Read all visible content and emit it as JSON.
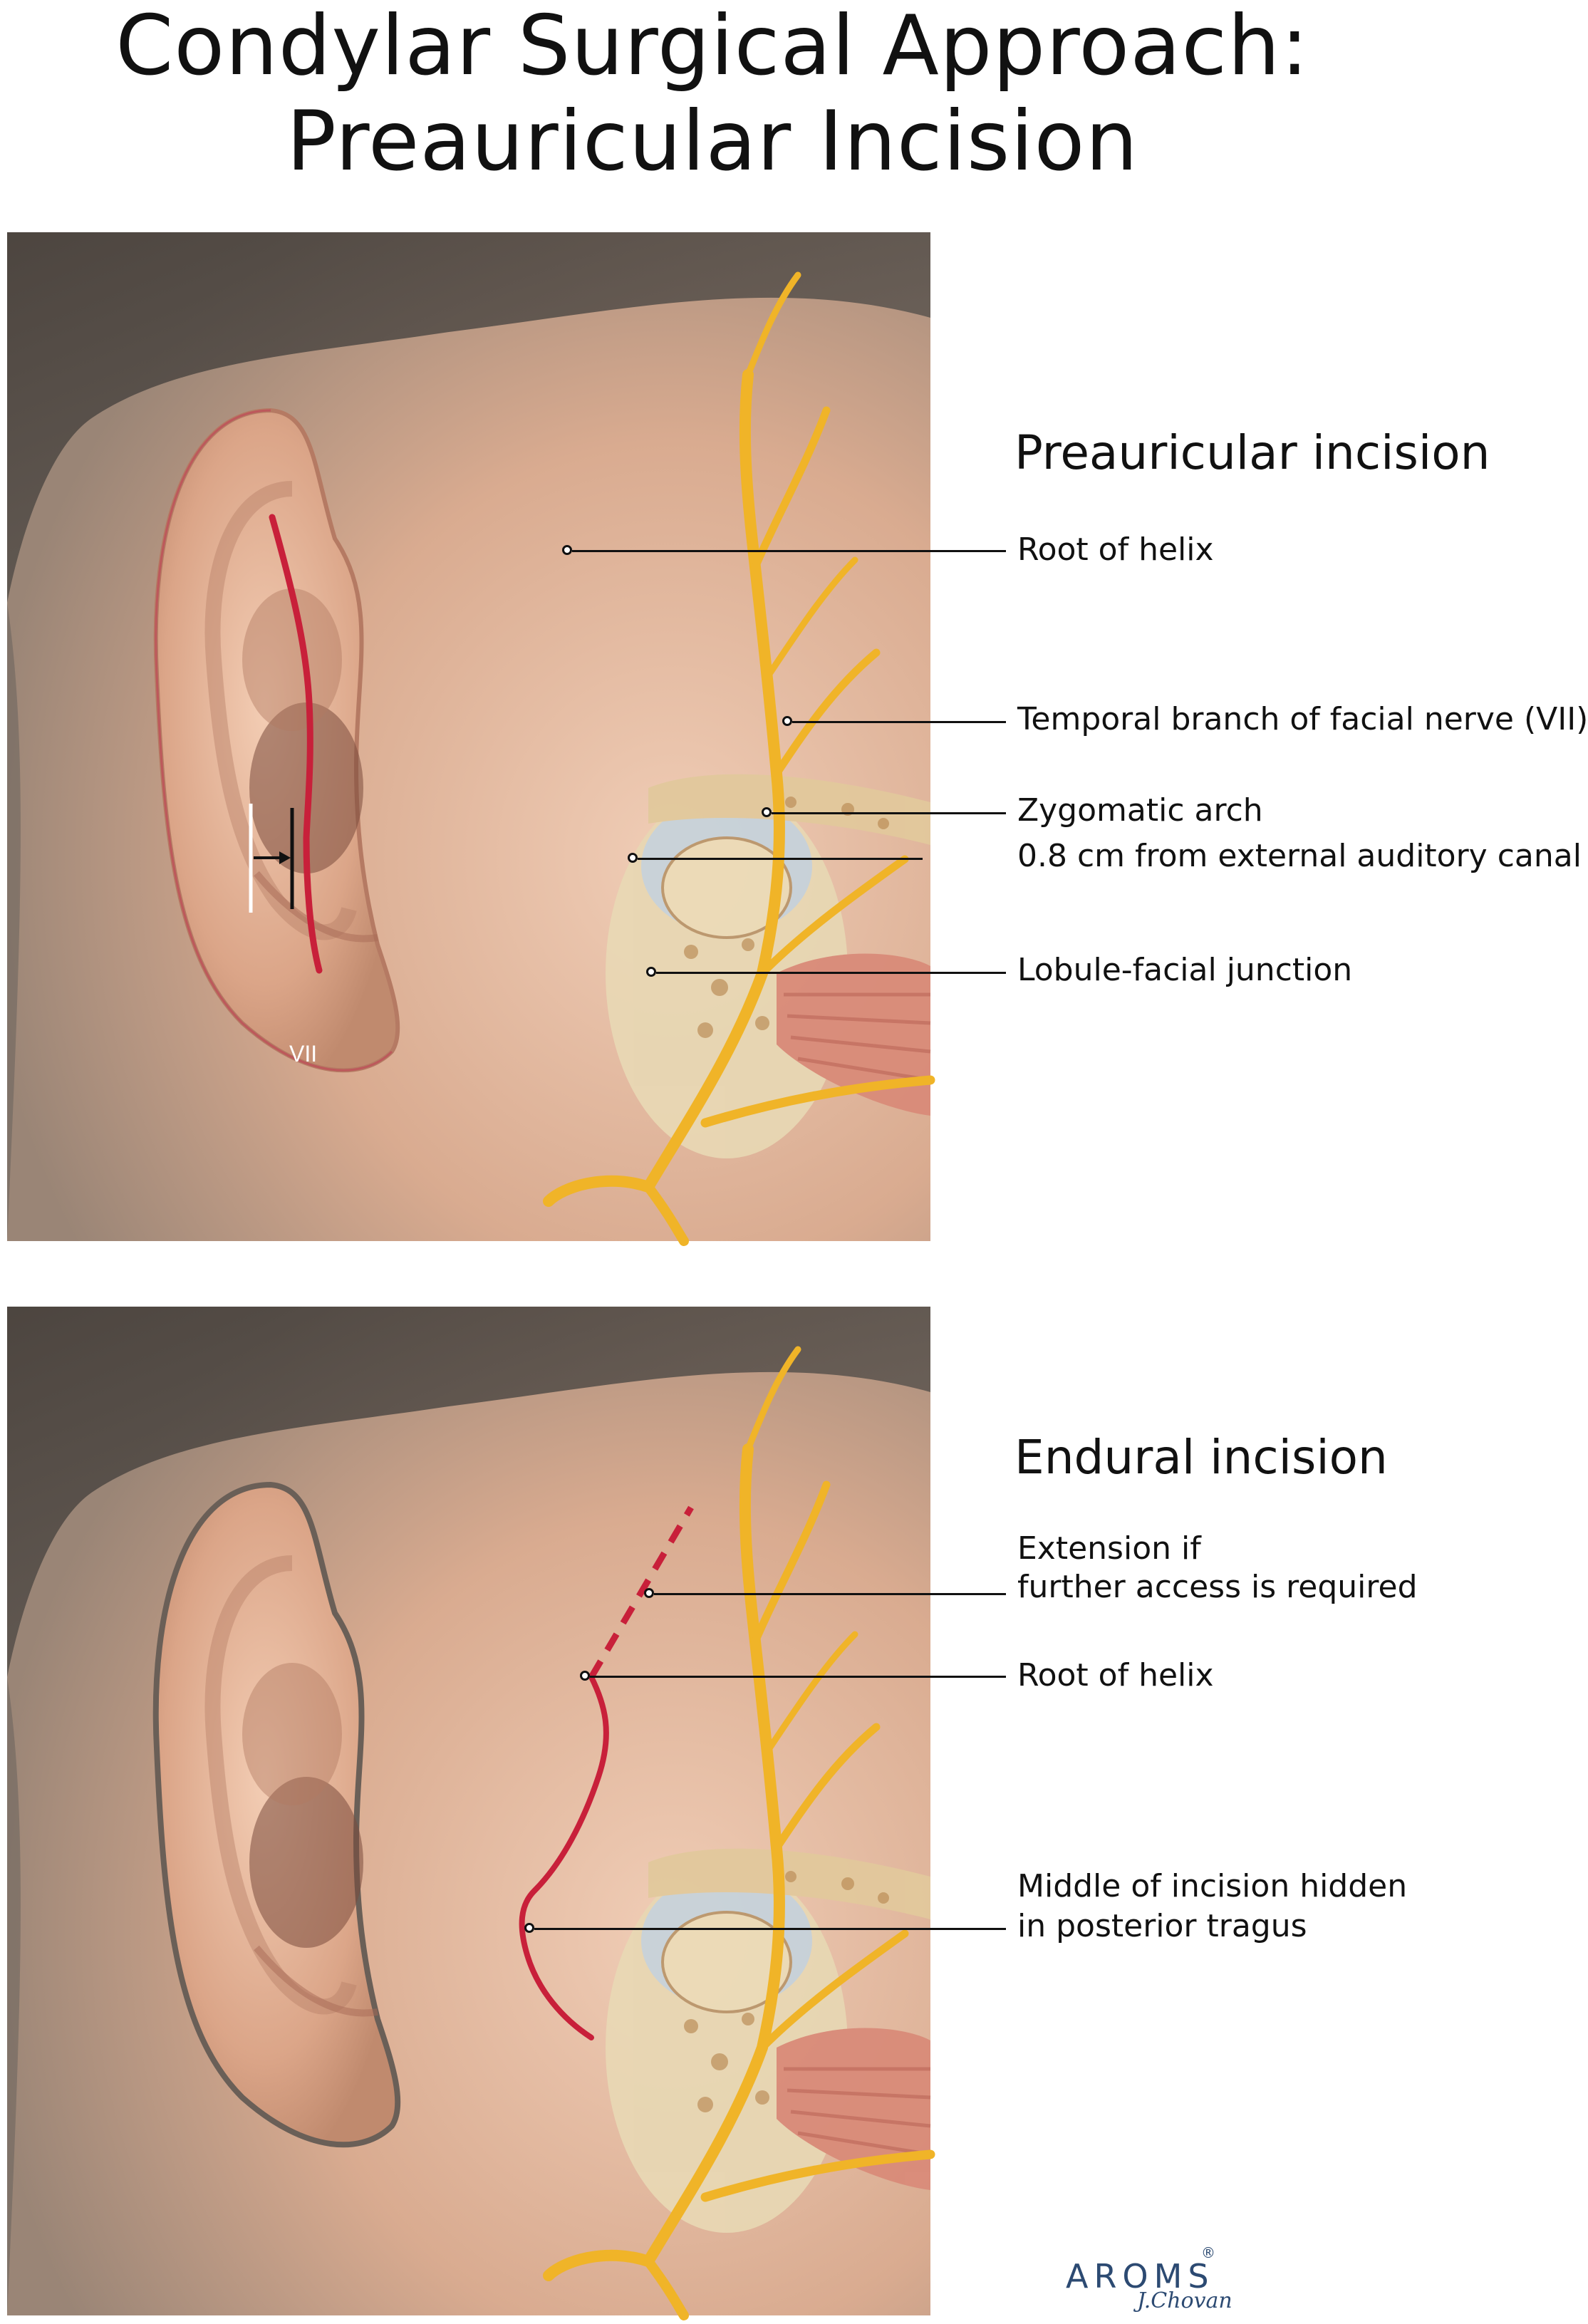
{
  "title": {
    "line1": "Condylar Surgical Approach:",
    "line2": "Preauricular Incision"
  },
  "panels": [
    {
      "heading": "Preauricular incision",
      "nerve_marker": "VII",
      "labels": [
        "Root of helix",
        "Temporal branch of facial nerve (VII)",
        "Zygomatic arch",
        "0.8 cm from external auditory canal",
        "Lobule-facial junction"
      ]
    },
    {
      "heading": "Endural incision",
      "labels": [
        "Extension if",
        "further access is required",
        "Root of helix",
        "Middle of incision hidden",
        "in posterior tragus"
      ]
    }
  ],
  "brand": {
    "logo": "AROMS",
    "registered": "®",
    "signature": "J.Chovan"
  },
  "colors": {
    "incision": "#c8203a",
    "nerve": "#f0b428",
    "skin": "#e6bea4",
    "hair": "#5e5852",
    "bone": "#e8d8b4"
  }
}
